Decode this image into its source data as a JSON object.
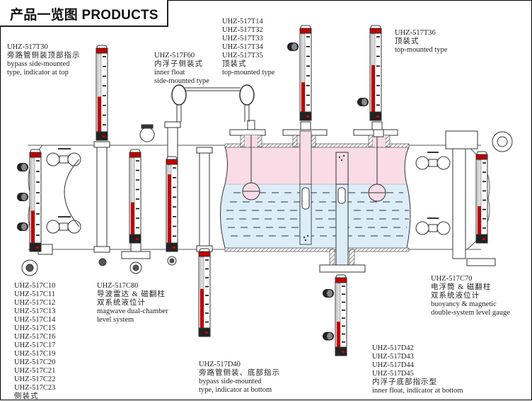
{
  "header": {
    "title": "产品一览图 PRODUCTS"
  },
  "labels": {
    "t30": {
      "lines": [
        "UHZ-517T30",
        "旁路管侧装顶部指示",
        "bypass side-mounted",
        "type, indicator at top"
      ]
    },
    "f60": {
      "lines": [
        "UHZ-517F60",
        "内浮子侧装式",
        "inner float",
        "side-mounted type"
      ]
    },
    "t14_35": {
      "lines": [
        "UHZ-517T14",
        "UHZ-517T32",
        "UHZ-517T33",
        "UHZ-517T34",
        "UHZ-517T35",
        "顶装式",
        "top-mounted type"
      ]
    },
    "t36": {
      "lines": [
        "UHZ-517T36",
        "顶装式",
        "top-mounted type"
      ]
    },
    "c10_23": {
      "lines": [
        "UHZ-517C10",
        "UHZ-517C11",
        "UHZ-517C12",
        "UHZ-517C13",
        "UHZ-517C14",
        "UHZ-517C15",
        "UHZ-517C16",
        "UHZ-517C17",
        "UHZ-517C19",
        "UHZ-517C20",
        "UHZ-517C21",
        "UHZ-517C22",
        "UHZ-517C23",
        "侧装式"
      ]
    },
    "c80": {
      "lines": [
        "UHZ-517C80",
        "导波雷达 & 磁翻柱",
        "双系统液位计",
        "magwave dual-chamber",
        "level system"
      ]
    },
    "d40": {
      "lines": [
        "UHZ-517D40",
        "旁路管侧装、底部指示",
        "bypass side-mounted",
        "type, indicator at bottom"
      ]
    },
    "c70": {
      "lines": [
        "UHZ-517C70",
        "电浮筒 & 磁翻柱",
        "双系统液位计",
        "buoyancy & magnetic",
        "double-system level gauge"
      ]
    },
    "d42_45": {
      "lines": [
        "UHZ-517D42",
        "UHZ-517D43",
        "UHZ-517D44",
        "UHZ-517D45",
        "内浮子底部指示型",
        "inner float, indicator at bottom"
      ]
    }
  },
  "colors": {
    "vapor": "#f9dce6",
    "liquid": "#dcedf8",
    "indicator_red": "#c00000",
    "indicator_dark": "#7a0000",
    "line": "#333333"
  },
  "gauges": [
    {
      "id": "t30",
      "level": 0.45
    },
    {
      "id": "c10",
      "level": 0.38
    },
    {
      "id": "c80",
      "level": 0.42
    },
    {
      "id": "f60",
      "level": 0.88
    },
    {
      "id": "d40",
      "level": 0.55
    },
    {
      "id": "t14",
      "level": 0.38
    },
    {
      "id": "t36",
      "level": 0.6
    },
    {
      "id": "d42",
      "level": 0.4
    },
    {
      "id": "c70",
      "level": 0.38
    }
  ]
}
